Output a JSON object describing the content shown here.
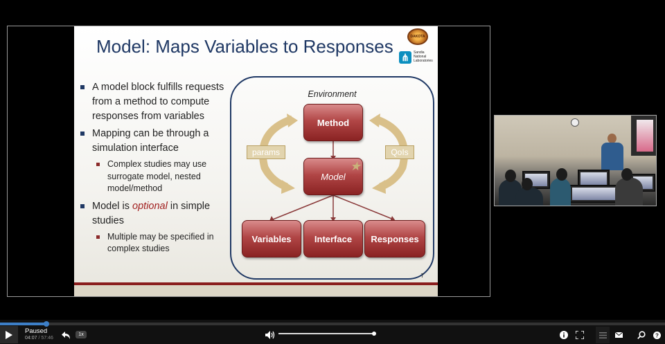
{
  "slide": {
    "title": "Model: Maps Variables to Responses",
    "logo_text": "DAKOTA",
    "sandia_logo_text": "Sandia National Laboratories",
    "bullets": [
      {
        "level": 1,
        "text": "A model block fulfills requests from a method to compute responses from variables"
      },
      {
        "level": 1,
        "text": "Mapping can be through a simulation interface"
      },
      {
        "level": 2,
        "text": "Complex studies may use surrogate model, nested model/method"
      },
      {
        "level": 1,
        "pre": "Model is ",
        "em": "optional",
        "post": " in simple studies"
      },
      {
        "level": 2,
        "text": "Multiple may be specified in complex studies"
      }
    ],
    "diagram": {
      "environment_label": "Environment",
      "method": "Method",
      "model": "Model",
      "params": "params",
      "qois": "QoIs",
      "variables": "Variables",
      "interface": "Interface",
      "responses": "Responses"
    },
    "page_number": "7"
  },
  "player": {
    "state": "Paused",
    "current_time": "04:07",
    "separator": " / ",
    "duration": "57:46",
    "speed": "1x",
    "progress_fraction": 0.07,
    "volume_fraction": 1.0,
    "icons": {
      "play": "play-icon",
      "rewind": "rewind-icon",
      "volume": "volume-icon",
      "info": "info-icon",
      "fullscreen": "fullscreen-icon",
      "menu": "menu-icon",
      "email": "email-icon",
      "search": "search-icon",
      "help": "help-icon"
    }
  }
}
